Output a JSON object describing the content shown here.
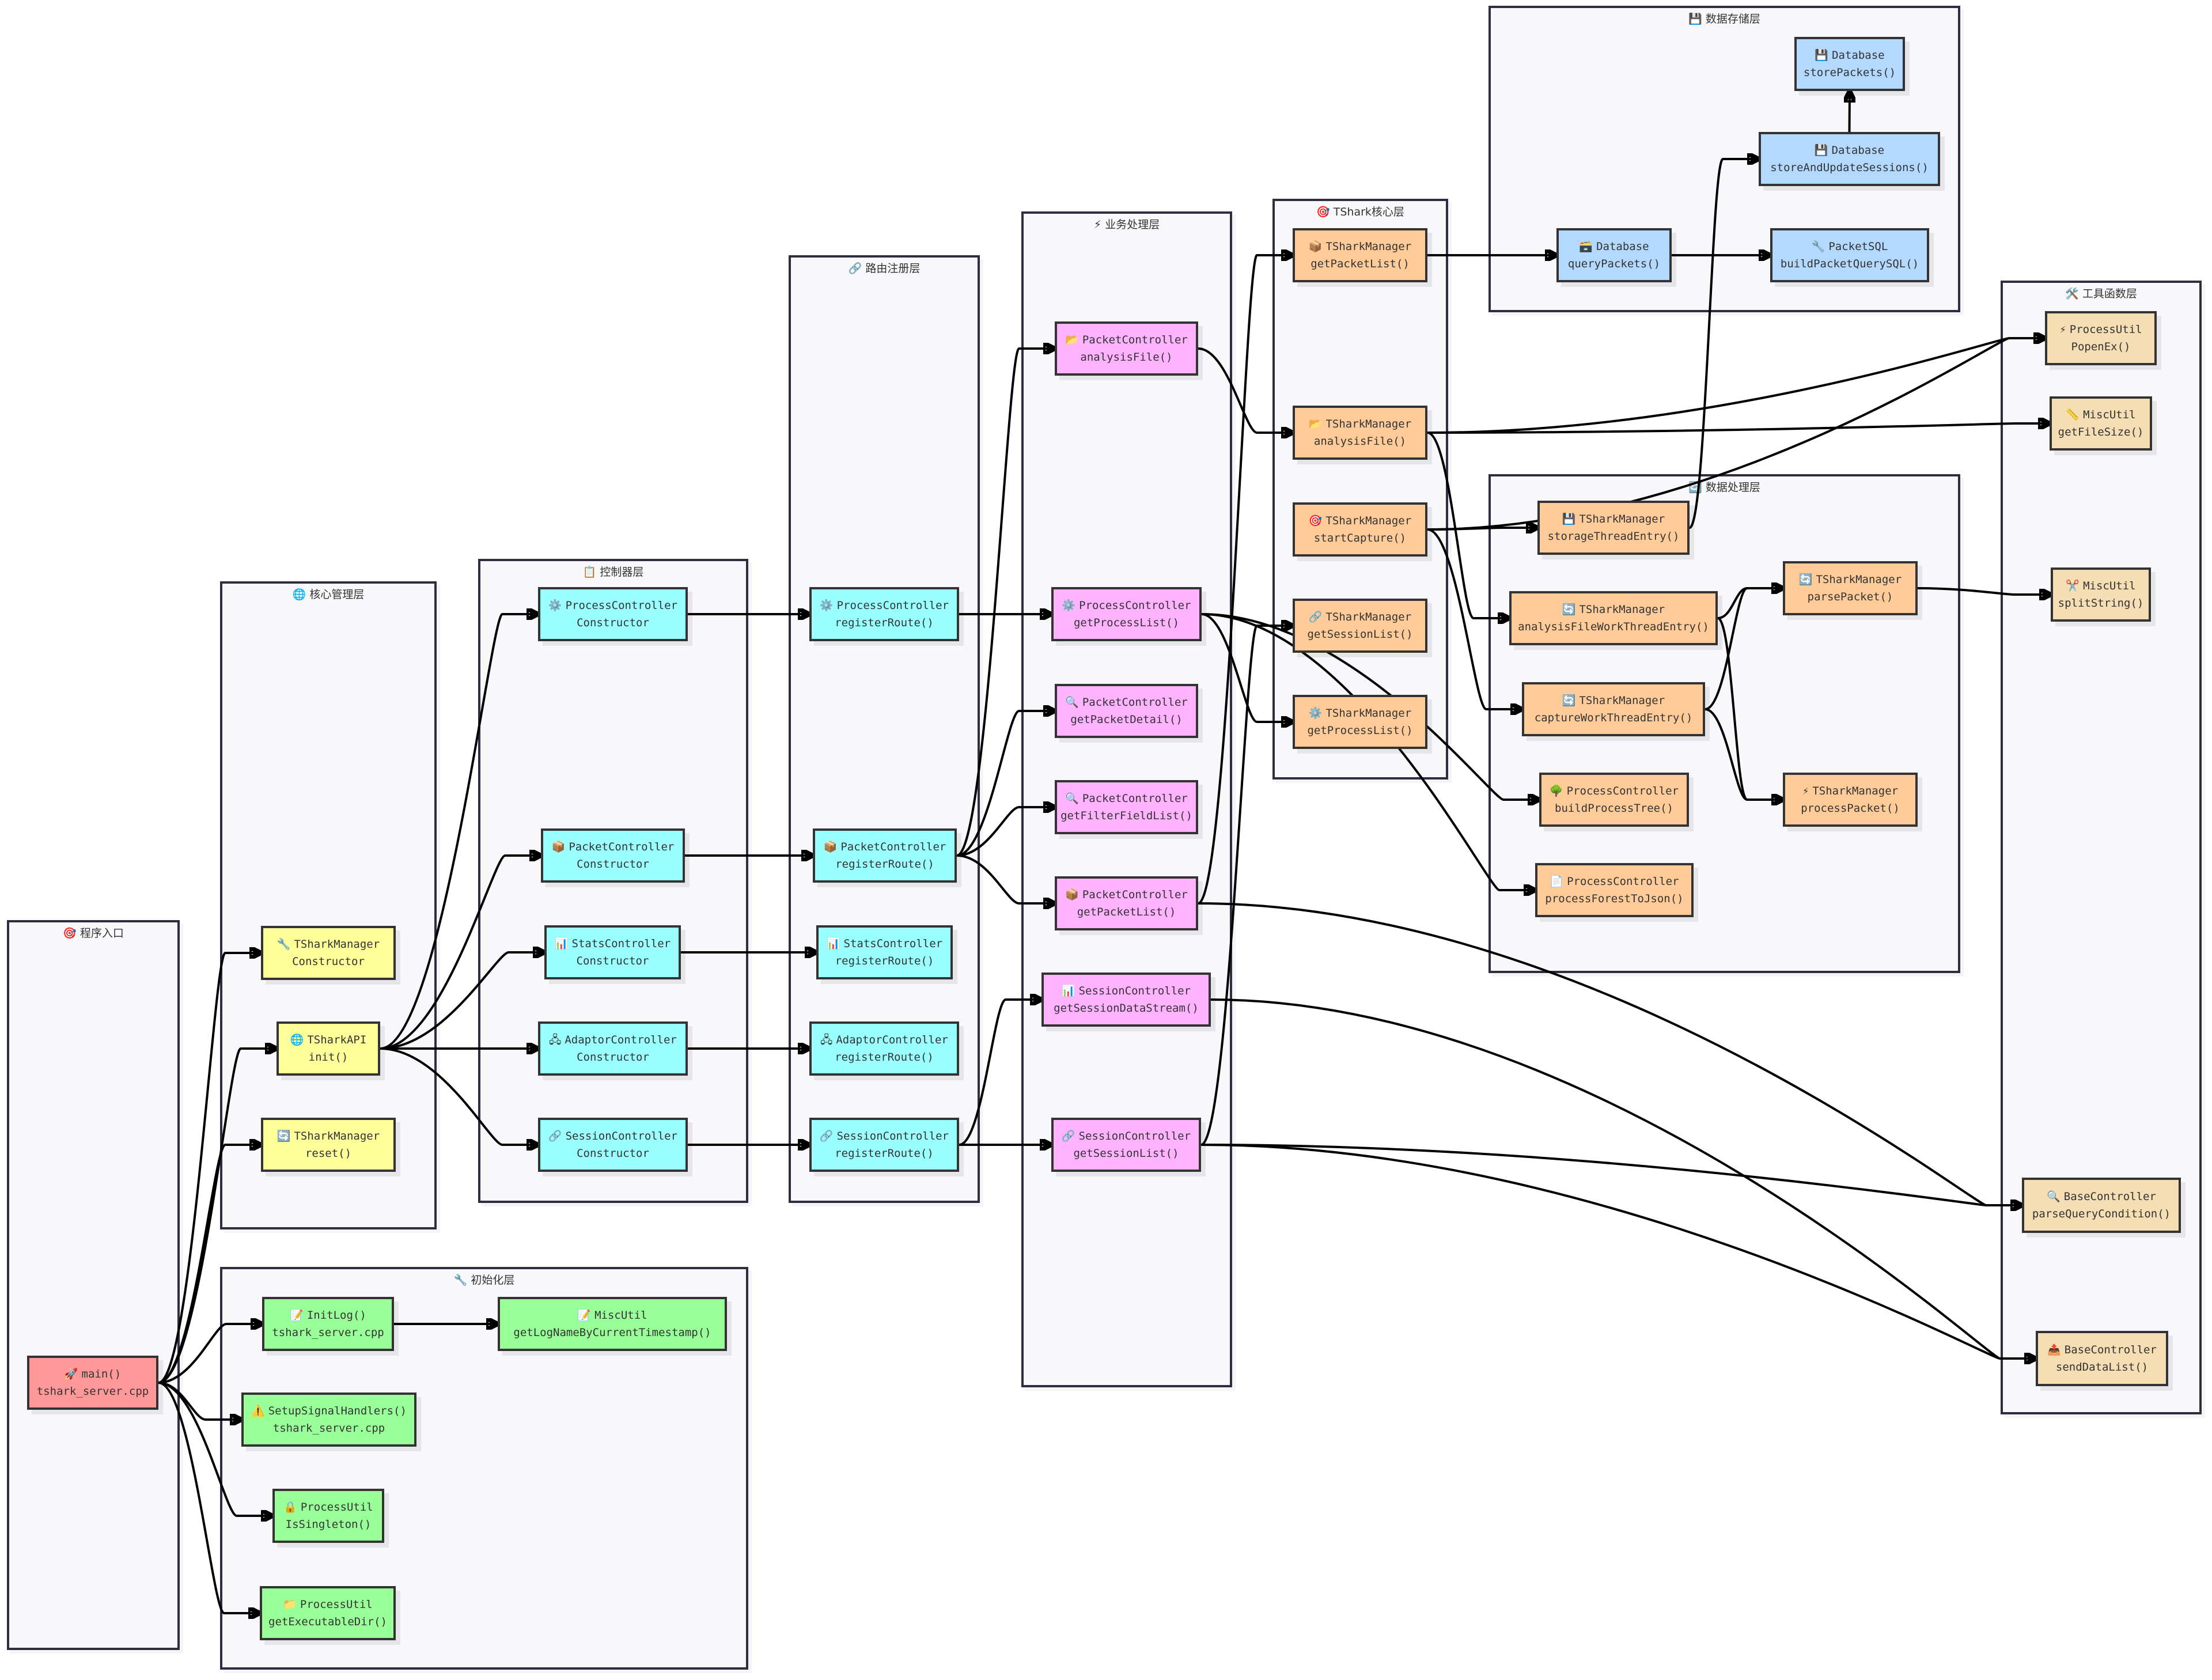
{
  "colors": {
    "entry": "#ff9999",
    "core": "#ffff99",
    "init": "#99ff99",
    "controller": "#99ffff",
    "business": "#ffb3ff",
    "tshark": "#ffcc99",
    "storage": "#b3d9ff",
    "util": "#f5deb3",
    "cluster_bg": "#f8f8fa",
    "edge": "#000000"
  },
  "clusters": {
    "entry": {
      "icon": "🎯",
      "title": "程序入口"
    },
    "core": {
      "icon": "🌐",
      "title": "核心管理层"
    },
    "init": {
      "icon": "🔧",
      "title": "初始化层"
    },
    "controller": {
      "icon": "📋",
      "title": "控制器层"
    },
    "route": {
      "icon": "🔗",
      "title": "路由注册层"
    },
    "business": {
      "icon": "⚡",
      "title": "业务处理层"
    },
    "tshark": {
      "icon": "🎯",
      "title": "TShark核心层"
    },
    "storage": {
      "icon": "💾",
      "title": "数据存储层"
    },
    "dataproc": {
      "icon": "🔄",
      "title": "数据处理层"
    },
    "util": {
      "icon": "🛠️",
      "title": "工具函数层"
    }
  },
  "nodes": {
    "main": {
      "icon": "🚀",
      "line1": "main()",
      "line2": "tshark_server.cpp"
    },
    "tsm_ctor": {
      "icon": "🔧",
      "line1": "TSharkManager",
      "line2": "Constructor"
    },
    "api_init": {
      "icon": "🌐",
      "line1": "TSharkAPI",
      "line2": "init()"
    },
    "tsm_reset": {
      "icon": "🔄",
      "line1": "TSharkManager",
      "line2": "reset()"
    },
    "initlog": {
      "icon": "📝",
      "line1": "InitLog()",
      "line2": "tshark_server.cpp"
    },
    "lognamets": {
      "icon": "📝",
      "line1": "MiscUtil",
      "line2": "getLogNameByCurrentTimestamp()"
    },
    "sighandlers": {
      "icon": "⚠️",
      "line1": "SetupSignalHandlers()",
      "line2": "tshark_server.cpp"
    },
    "singleton": {
      "icon": "🔒",
      "line1": "ProcessUtil",
      "line2": "IsSingleton()"
    },
    "exedir": {
      "icon": "📁",
      "line1": "ProcessUtil",
      "line2": "getExecutableDir()"
    },
    "pc_ctor": {
      "icon": "⚙️",
      "line1": "ProcessController",
      "line2": "Constructor"
    },
    "pkc_ctor": {
      "icon": "📦",
      "line1": "PacketController",
      "line2": "Constructor"
    },
    "sc_ctor": {
      "icon": "📊",
      "line1": "StatsController",
      "line2": "Constructor"
    },
    "ac_ctor": {
      "icon": "🖧",
      "line1": "AdaptorController",
      "line2": "Constructor"
    },
    "ssc_ctor": {
      "icon": "🔗",
      "line1": "SessionController",
      "line2": "Constructor"
    },
    "pc_route": {
      "icon": "⚙️",
      "line1": "ProcessController",
      "line2": "registerRoute()"
    },
    "pkc_route": {
      "icon": "📦",
      "line1": "PacketController",
      "line2": "registerRoute()"
    },
    "sc_route": {
      "icon": "📊",
      "line1": "StatsController",
      "line2": "registerRoute()"
    },
    "ac_route": {
      "icon": "🖧",
      "line1": "AdaptorController",
      "line2": "registerRoute()"
    },
    "ssc_route": {
      "icon": "🔗",
      "line1": "SessionController",
      "line2": "registerRoute()"
    },
    "pkc_analysis": {
      "icon": "📂",
      "line1": "PacketController",
      "line2": "analysisFile()"
    },
    "pc_getproc": {
      "icon": "⚙️",
      "line1": "ProcessController",
      "line2": "getProcessList()"
    },
    "pkc_detail": {
      "icon": "🔍",
      "line1": "PacketController",
      "line2": "getPacketDetail()"
    },
    "pkc_filter": {
      "icon": "🔍",
      "line1": "PacketController",
      "line2": "getFilterFieldList()"
    },
    "pkc_list": {
      "icon": "📦",
      "line1": "PacketController",
      "line2": "getPacketList()"
    },
    "ssc_stream": {
      "icon": "📊",
      "line1": "SessionController",
      "line2": "getSessionDataStream()"
    },
    "ssc_list": {
      "icon": "🔗",
      "line1": "SessionController",
      "line2": "getSessionList()"
    },
    "tsm_getpkt": {
      "icon": "📦",
      "line1": "TSharkManager",
      "line2": "getPacketList()"
    },
    "tsm_analysis": {
      "icon": "📂",
      "line1": "TSharkManager",
      "line2": "analysisFile()"
    },
    "tsm_capture": {
      "icon": "🎯",
      "line1": "TSharkManager",
      "line2": "startCapture()"
    },
    "tsm_getsess": {
      "icon": "🔗",
      "line1": "TSharkManager",
      "line2": "getSessionList()"
    },
    "tsm_getproc": {
      "icon": "⚙️",
      "line1": "TSharkManager",
      "line2": "getProcessList()"
    },
    "db_store": {
      "icon": "💾",
      "line1": "Database",
      "line2": "storePackets()"
    },
    "db_update": {
      "icon": "💾",
      "line1": "Database",
      "line2": "storeAndUpdateSessions()"
    },
    "db_query": {
      "icon": "🗃️",
      "line1": "Database",
      "line2": "queryPackets()"
    },
    "pktsql": {
      "icon": "🔧",
      "line1": "PacketSQL",
      "line2": "buildPacketQuerySQL()"
    },
    "tsm_storage": {
      "icon": "💾",
      "line1": "TSharkManager",
      "line2": "storageThreadEntry()"
    },
    "tsm_afwork": {
      "icon": "🔄",
      "line1": "TSharkManager",
      "line2": "analysisFileWorkThreadEntry()"
    },
    "tsm_capwork": {
      "icon": "🔄",
      "line1": "TSharkManager",
      "line2": "captureWorkThreadEntry()"
    },
    "tsm_parse": {
      "icon": "🔄",
      "line1": "TSharkManager",
      "line2": "parsePacket()"
    },
    "tsm_process": {
      "icon": "⚡",
      "line1": "TSharkManager",
      "line2": "processPacket()"
    },
    "pc_tree": {
      "icon": "🌳",
      "line1": "ProcessController",
      "line2": "buildProcessTree()"
    },
    "pc_forest": {
      "icon": "📄",
      "line1": "ProcessController",
      "line2": "processForestToJson()"
    },
    "popen": {
      "icon": "⚡",
      "line1": "ProcessUtil",
      "line2": "PopenEx()"
    },
    "filesize": {
      "icon": "📏",
      "line1": "MiscUtil",
      "line2": "getFileSize()"
    },
    "split": {
      "icon": "✂️",
      "line1": "MiscUtil",
      "line2": "splitString()"
    },
    "parseq": {
      "icon": "🔍",
      "line1": "BaseController",
      "line2": "parseQueryCondition()"
    },
    "senddata": {
      "icon": "📤",
      "line1": "BaseController",
      "line2": "sendDataList()"
    }
  },
  "edges": [
    [
      "main",
      "tsm_ctor"
    ],
    [
      "main",
      "api_init"
    ],
    [
      "main",
      "tsm_reset"
    ],
    [
      "main",
      "initlog"
    ],
    [
      "main",
      "sighandlers"
    ],
    [
      "main",
      "singleton"
    ],
    [
      "main",
      "exedir"
    ],
    [
      "initlog",
      "lognamets"
    ],
    [
      "api_init",
      "pc_ctor"
    ],
    [
      "api_init",
      "pkc_ctor"
    ],
    [
      "api_init",
      "sc_ctor"
    ],
    [
      "api_init",
      "ac_ctor"
    ],
    [
      "api_init",
      "ssc_ctor"
    ],
    [
      "pc_ctor",
      "pc_route"
    ],
    [
      "pkc_ctor",
      "pkc_route"
    ],
    [
      "sc_ctor",
      "sc_route"
    ],
    [
      "ac_ctor",
      "ac_route"
    ],
    [
      "ssc_ctor",
      "ssc_route"
    ],
    [
      "pc_route",
      "pc_getproc"
    ],
    [
      "pkc_route",
      "pkc_analysis"
    ],
    [
      "pkc_route",
      "pkc_detail"
    ],
    [
      "pkc_route",
      "pkc_filter"
    ],
    [
      "pkc_route",
      "pkc_list"
    ],
    [
      "ssc_route",
      "ssc_list"
    ],
    [
      "ssc_route",
      "ssc_stream"
    ],
    [
      "pkc_list",
      "tsm_getpkt"
    ],
    [
      "pkc_analysis",
      "tsm_analysis"
    ],
    [
      "ssc_list",
      "tsm_getsess"
    ],
    [
      "pc_getproc",
      "tsm_getproc"
    ],
    [
      "pc_getproc",
      "pc_tree"
    ],
    [
      "pc_getproc",
      "pc_forest"
    ],
    [
      "tsm_getpkt",
      "db_query"
    ],
    [
      "db_query",
      "pktsql"
    ],
    [
      "tsm_storage",
      "db_update"
    ],
    [
      "db_update",
      "db_store"
    ],
    [
      "tsm_capture",
      "tsm_storage"
    ],
    [
      "tsm_analysis",
      "tsm_afwork"
    ],
    [
      "tsm_capture",
      "tsm_capwork"
    ],
    [
      "tsm_afwork",
      "tsm_parse"
    ],
    [
      "tsm_capwork",
      "tsm_parse"
    ],
    [
      "tsm_capwork",
      "tsm_process"
    ],
    [
      "tsm_afwork",
      "tsm_process"
    ],
    [
      "tsm_capture",
      "popen"
    ],
    [
      "tsm_analysis",
      "popen"
    ],
    [
      "tsm_analysis",
      "filesize"
    ],
    [
      "tsm_parse",
      "split"
    ],
    [
      "pkc_list",
      "parseq"
    ],
    [
      "ssc_list",
      "parseq"
    ],
    [
      "ssc_stream",
      "senddata"
    ],
    [
      "ssc_list",
      "senddata"
    ]
  ]
}
